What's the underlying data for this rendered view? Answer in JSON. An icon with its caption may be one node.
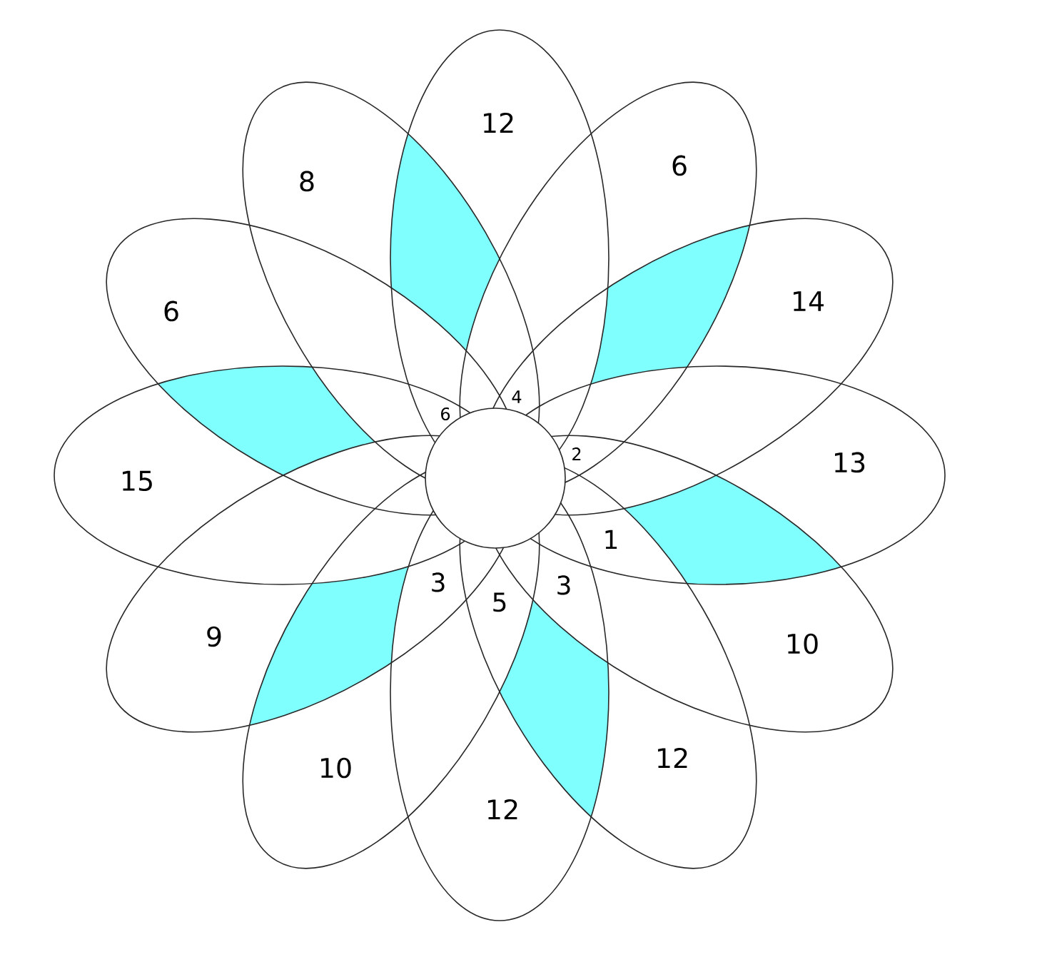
{
  "diagram": {
    "labels": [
      "12",
      "8",
      "6",
      "6",
      "14",
      "6",
      "4",
      "2",
      "15",
      "13",
      "1",
      "3",
      "5",
      "3",
      "9",
      "10",
      "10",
      "12",
      "12"
    ]
  }
}
